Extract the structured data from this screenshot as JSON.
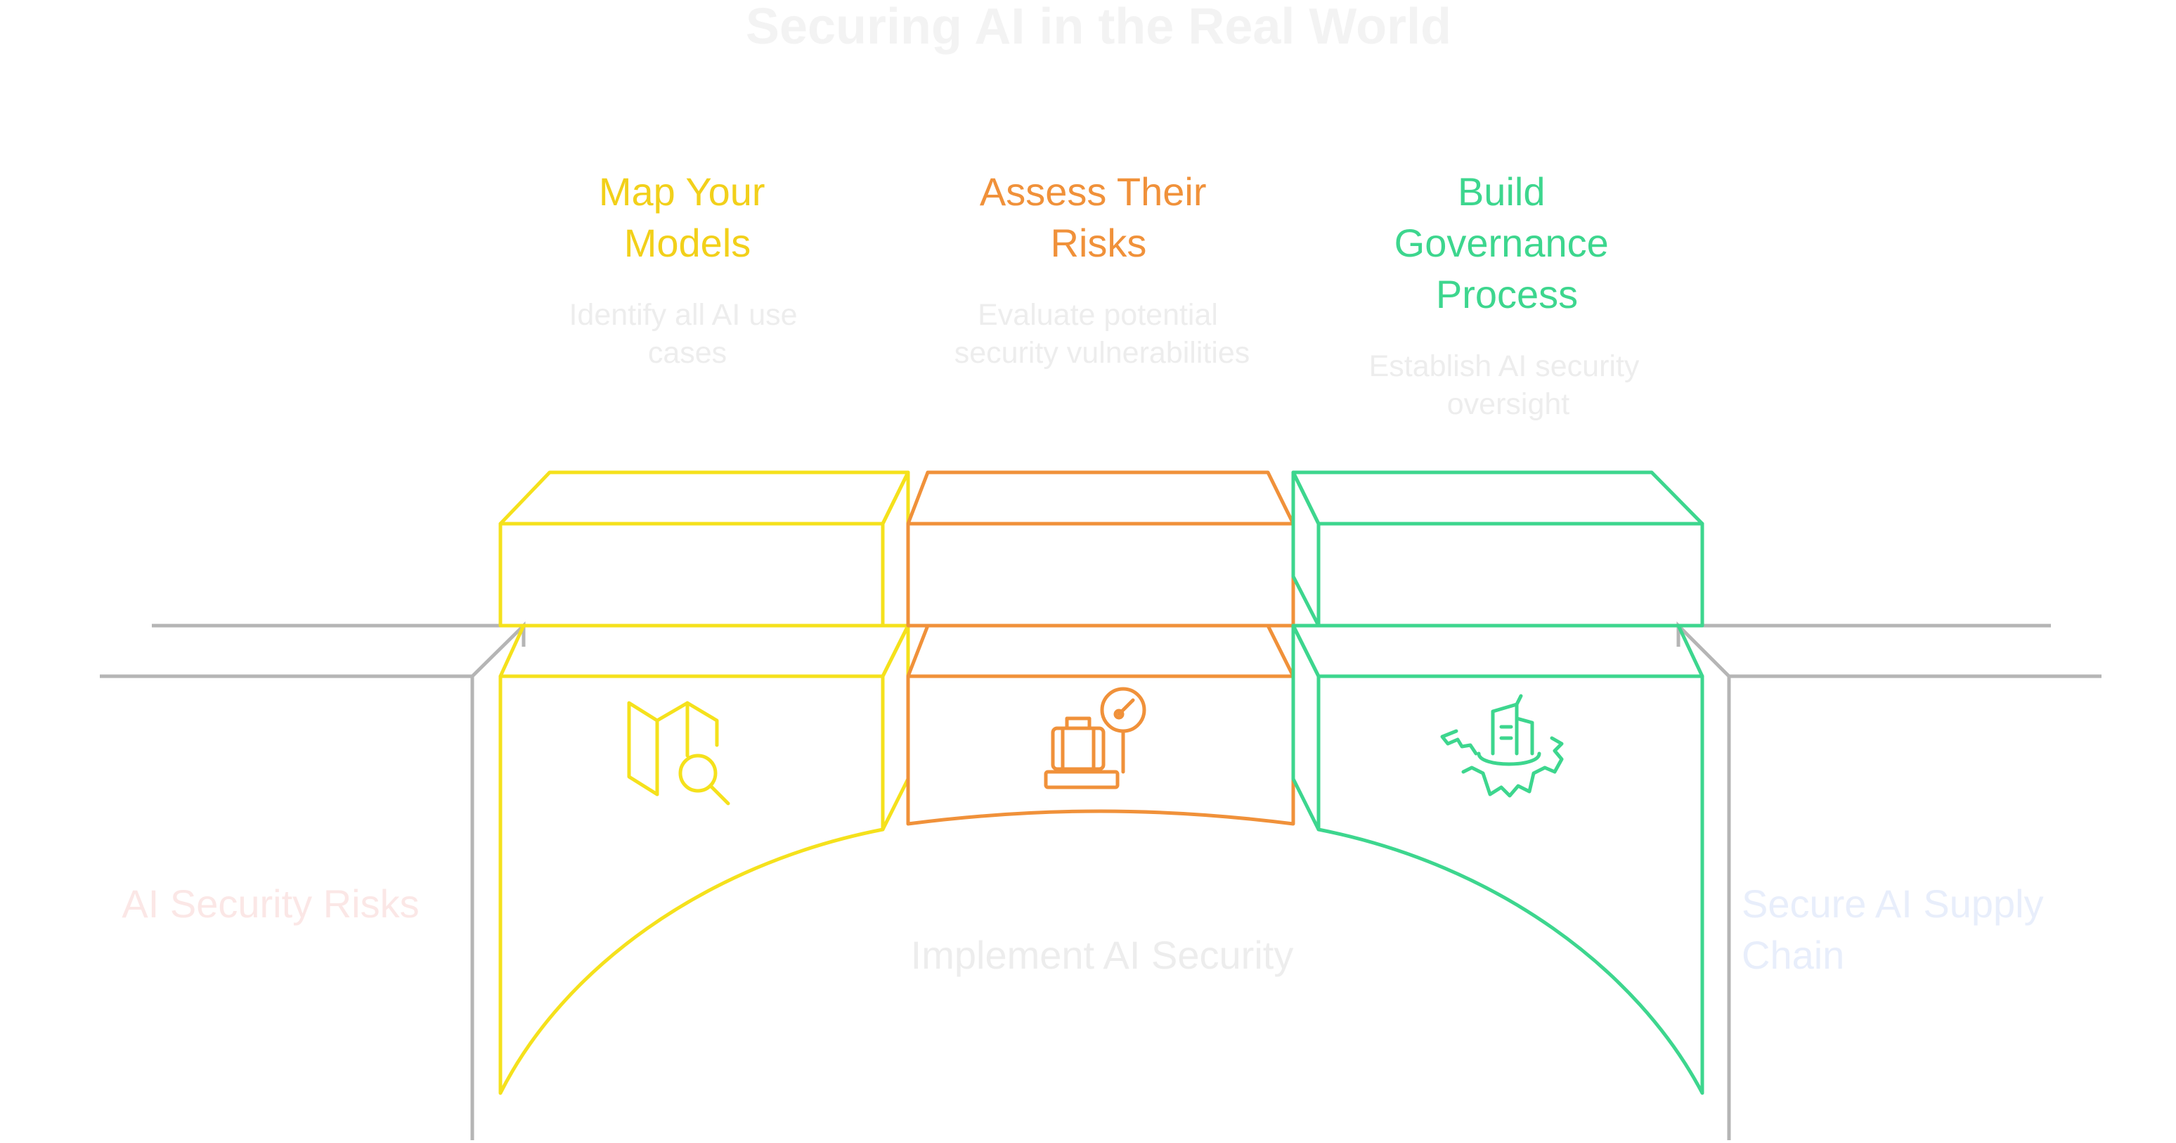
{
  "title": "Securing AI in the Real World",
  "colors": {
    "yellow": "#F5E11C",
    "yellow_text": "#F2D01A",
    "orange": "#F0913A",
    "green": "#3DD68E",
    "gray": "#B5B5B5",
    "title_faint": "#F3F3F3",
    "desc_faint": "#EDEDED",
    "left_faint": "#FBE7E6",
    "right_faint": "#E8EEFB"
  },
  "steps": [
    {
      "title": [
        "Map Your",
        "Models"
      ],
      "description": [
        "Identify all AI use",
        "cases"
      ],
      "icon": "map-search-icon"
    },
    {
      "title": [
        "Assess Their",
        "Risks"
      ],
      "description": [
        "Evaluate potential",
        "security vulnerabilities"
      ],
      "icon": "luggage-scale-icon"
    },
    {
      "title": [
        "Build",
        "Governance",
        "Process"
      ],
      "description": [
        "Establish AI security",
        "oversight"
      ],
      "icon": "gear-building-icon"
    }
  ],
  "left_label": "AI Security Risks",
  "center_label": "Implement AI Security",
  "right_label": [
    "Secure AI Supply",
    "Chain"
  ]
}
